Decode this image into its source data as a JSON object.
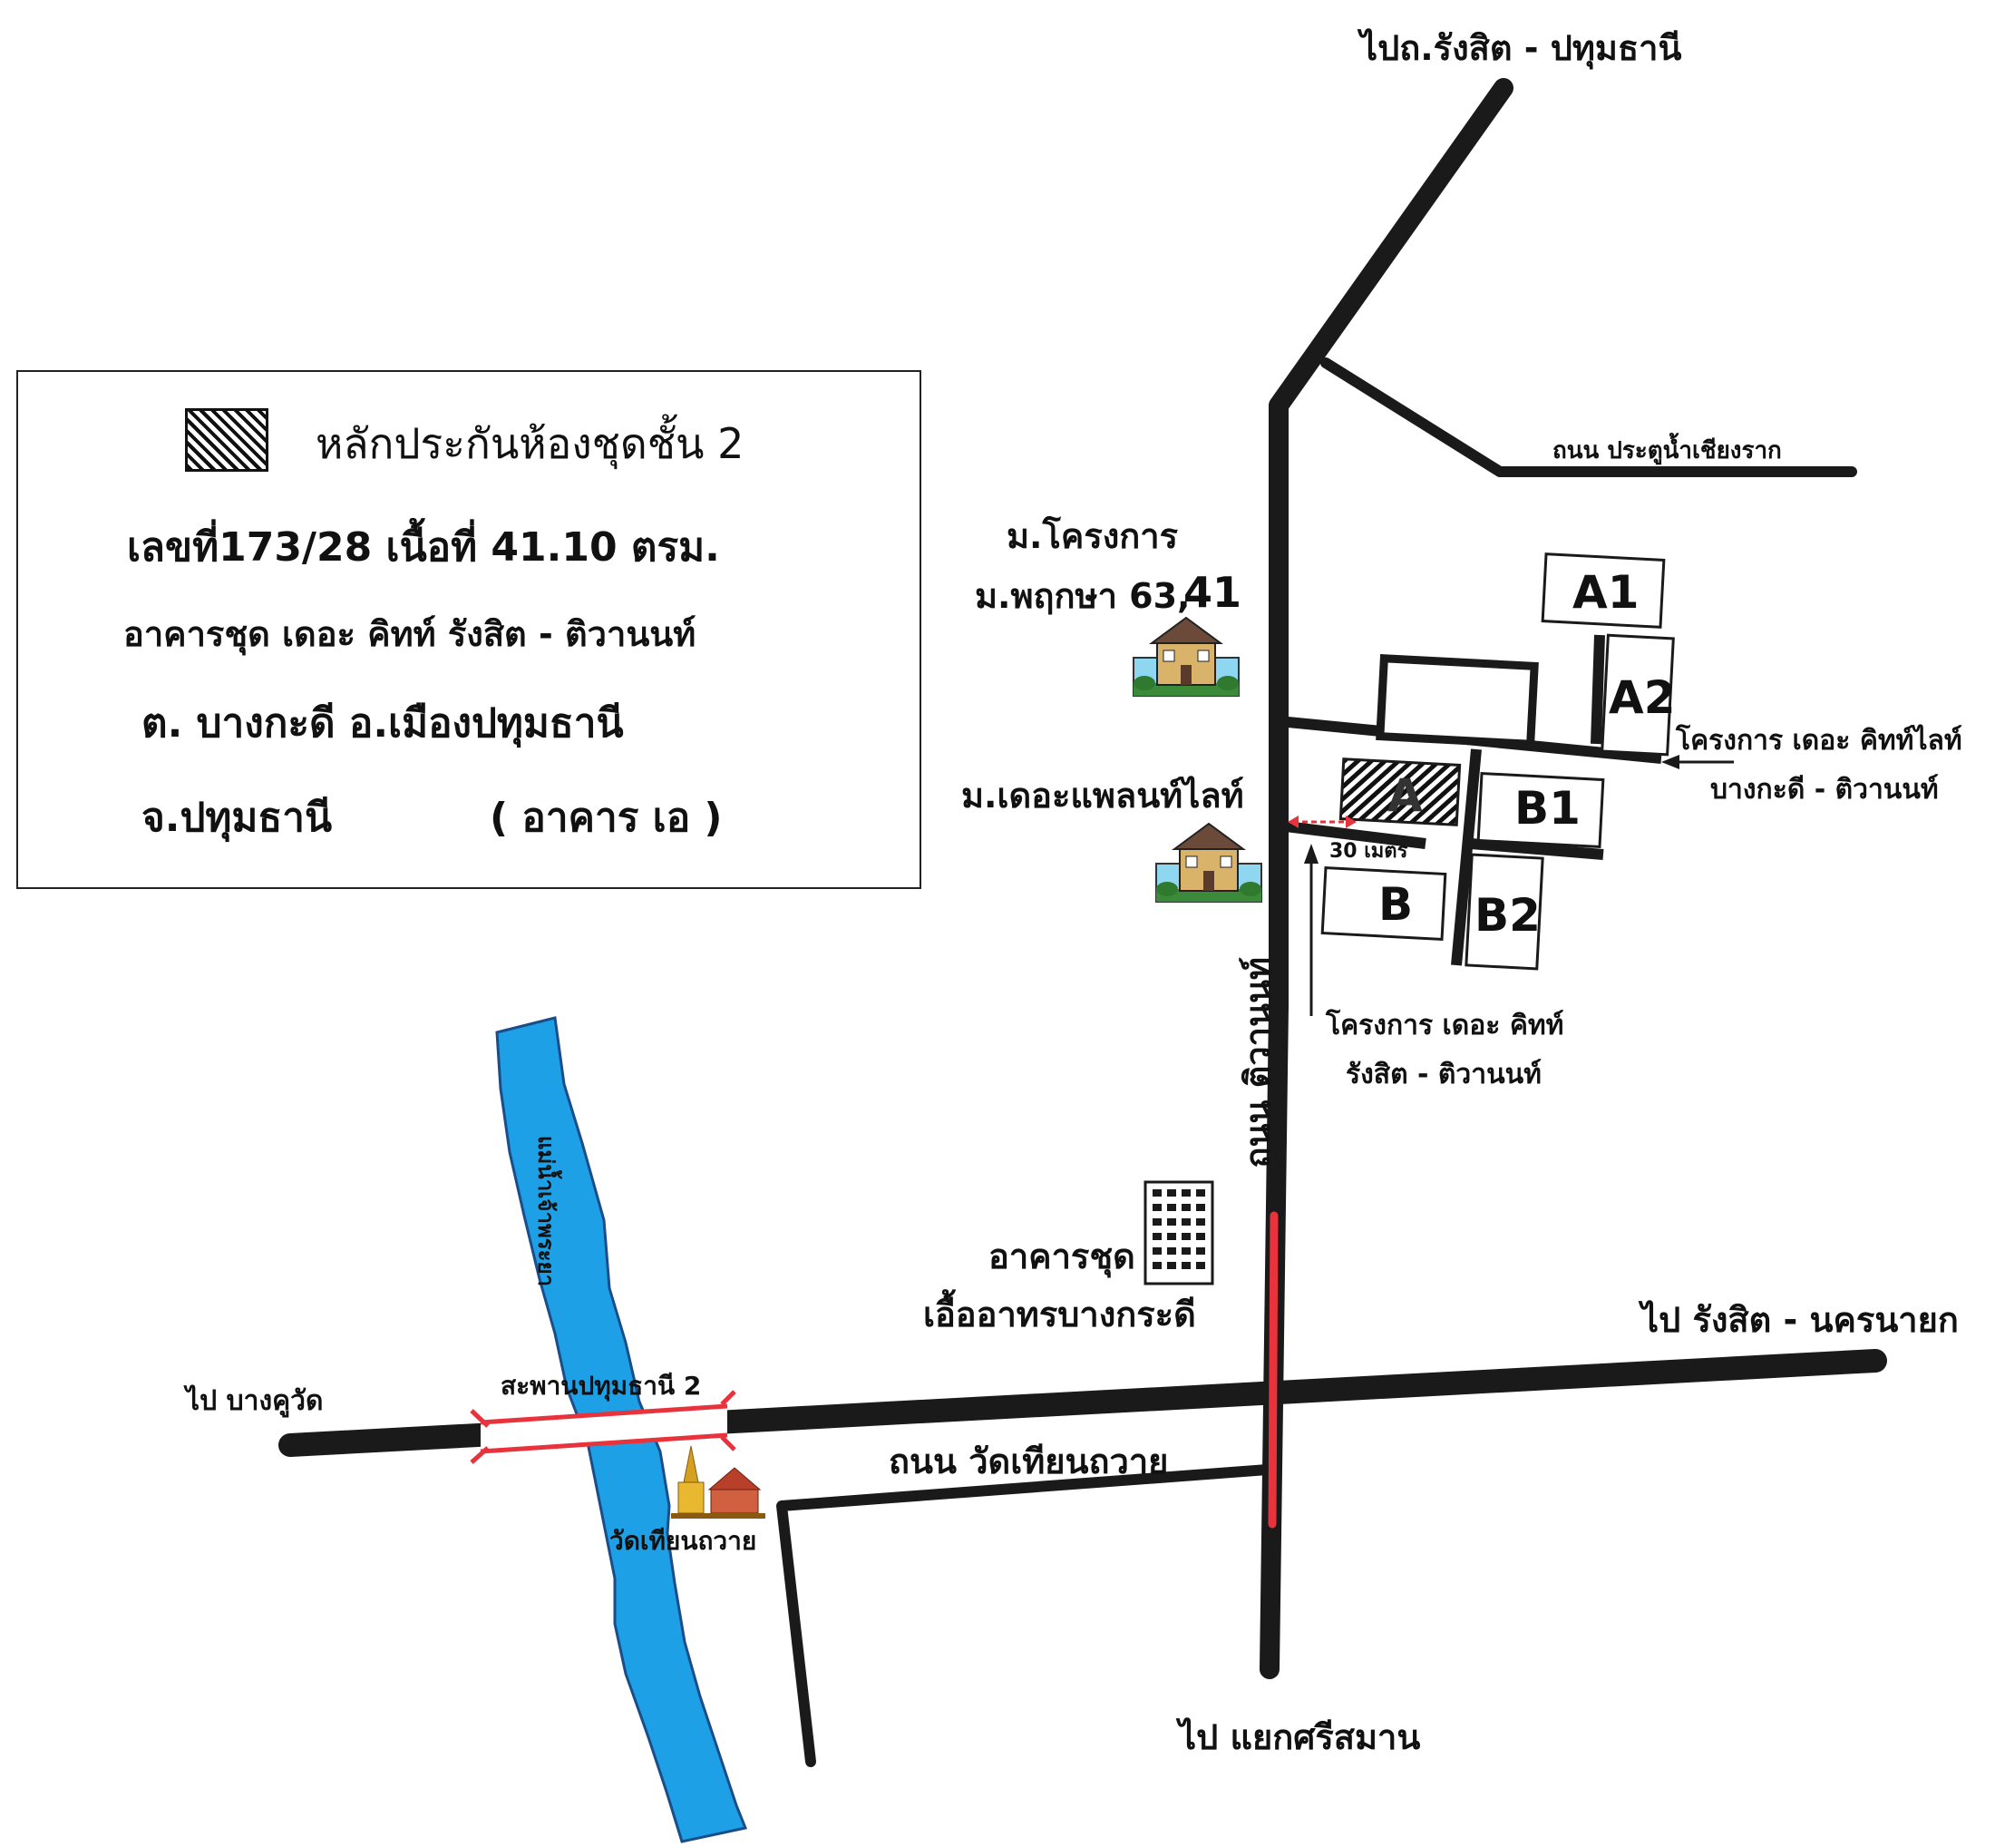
{
  "legend": {
    "swatch_icon": "hatched-square-icon",
    "title": "หลักประกันห้องชุดชั้น 2",
    "line1": "เลขที่173/28 เนื้อที่ 41.10 ตรม.",
    "line2": "อาคารชุด เดอะ คิทท์ รังสิต - ติวานนท์",
    "line3": "ต. บางกะดี อ.เมืองปทุมธานี",
    "line4": "จ.ปทุมธานี",
    "line5": "( อาคาร เอ )"
  },
  "labels": {
    "north_dest": "ไปถ.รังสิต - ปทุมธานี",
    "south_dest": "ไป แยกศรีสมาน",
    "east_dest": "ไป รังสิต - นครนายก",
    "west_dest": "ไป บางคูวัด",
    "road_pratu": "ถนน ประตูน้ำเชียงราก",
    "road_tiwanon": "ถนน ติวานนท์",
    "road_wat": "ถนน วัดเทียนถวาย",
    "bridge": "สะพานปทุมธานี 2",
    "river": "แม่น้ำเจ้าพระยา",
    "temple": "วัดเทียนถวาย",
    "village1_a": "ม.โครงการ",
    "village1_b": "ม.พฤกษา 63,",
    "village1_c": "41",
    "village2": "ม.เดอะแพลนท์ไลท์",
    "condo_a": "อาคารชุด",
    "condo_b": "เอื้ออาทรบางกระดี",
    "distance": "30 เมตร",
    "project_light_a": "โครงการ เดอะ คิทท์ไลท์",
    "project_light_b": "บางกะดี - ติวานนท์",
    "project_kitt_a": "โครงการ เดอะ คิทท์",
    "project_kitt_b": "รังสิต - ติวานนท์"
  },
  "buildings": {
    "A": "A",
    "A1": "A1",
    "A2": "A2",
    "B": "B",
    "B1": "B1",
    "B2": "B2"
  },
  "icons": {
    "house": "house-icon",
    "tower": "apartment-building-icon",
    "temple": "temple-icon",
    "arrow": "arrow-icon"
  },
  "colors": {
    "road": "#1a1a1a",
    "river": "#1ea0e6",
    "highlight": "#e8333c",
    "background": "#ffffff"
  }
}
